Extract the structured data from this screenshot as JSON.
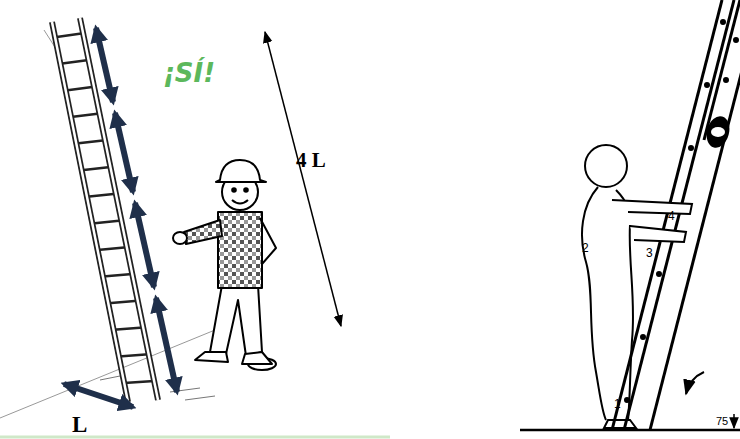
{
  "diagram": {
    "labels": [
      "¡SÍ!",
      "4 L",
      "L",
      "4",
      "2",
      "3",
      "1",
      "75"
    ]
  }
}
